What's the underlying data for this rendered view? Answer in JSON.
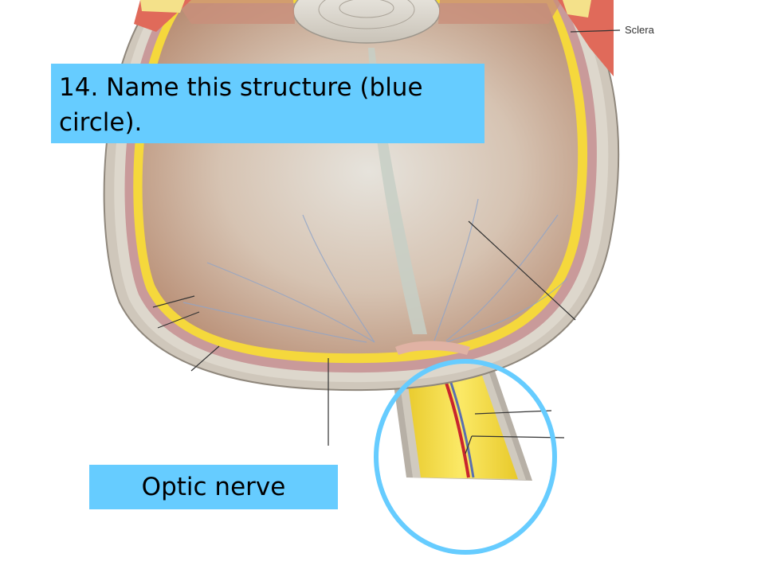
{
  "slide": {
    "question": "14. Name this structure (blue circle).",
    "answer": "Optic nerve"
  },
  "diagram": {
    "labels": {
      "sclera": "Sclera"
    },
    "highlight_color": "#66ccff",
    "colors": {
      "vitreous": "#c9b19f",
      "retina": "#f7dc4a",
      "choroid": "#c99a9a",
      "sclera": "#d8d2c8",
      "nerve": "#f2dc3c",
      "vessel_red": "#c8242e",
      "vessel_blue": "#5a6fb0"
    }
  }
}
